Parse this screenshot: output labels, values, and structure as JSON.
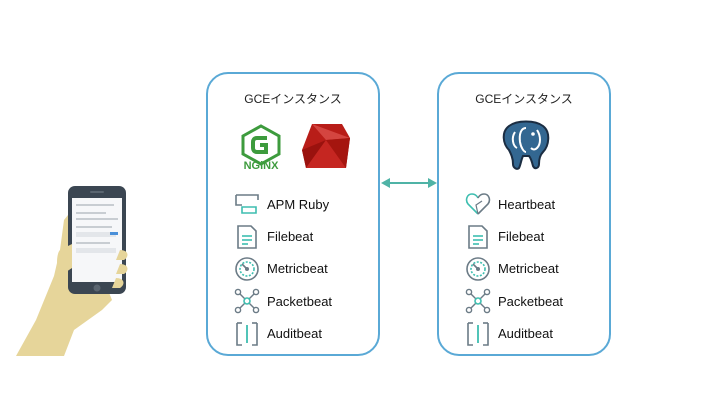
{
  "colors": {
    "box_border": "#5aa9d6",
    "arrow": "#4fb3a6",
    "icon_teal": "#3ebeb0",
    "icon_gray": "#6b7b86",
    "nginx_green": "#3d9b3d",
    "ruby_red": "#b81d18",
    "postgres_blue": "#336791"
  },
  "left_box": {
    "title": "GCEインスタンス",
    "logo_nginx_text": "NGiNX",
    "beats": [
      {
        "label": "APM Ruby",
        "icon": "apm-icon"
      },
      {
        "label": "Filebeat",
        "icon": "filebeat-icon"
      },
      {
        "label": "Metricbeat",
        "icon": "metricbeat-icon"
      },
      {
        "label": "Packetbeat",
        "icon": "packetbeat-icon"
      },
      {
        "label": "Auditbeat",
        "icon": "auditbeat-icon"
      }
    ]
  },
  "right_box": {
    "title": "GCEインスタンス",
    "beats": [
      {
        "label": "Heartbeat",
        "icon": "heartbeat-icon"
      },
      {
        "label": "Filebeat",
        "icon": "filebeat-icon"
      },
      {
        "label": "Metricbeat",
        "icon": "metricbeat-icon"
      },
      {
        "label": "Packetbeat",
        "icon": "packetbeat-icon"
      },
      {
        "label": "Auditbeat",
        "icon": "auditbeat-icon"
      }
    ]
  }
}
